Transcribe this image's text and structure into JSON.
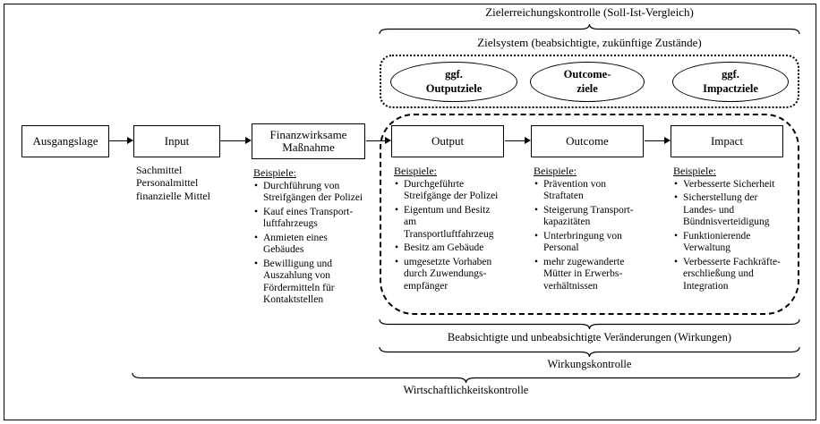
{
  "diagram": {
    "title_zielerreichung": "Zielerreichungskontrolle (Soll-Ist-Vergleich)",
    "title_zielsystem": "Zielsystem (beabsichtigte, zukünftige Zustände)",
    "goal_ellipses": [
      {
        "line1": "ggf.",
        "line2": "Outputziele"
      },
      {
        "line1": "Outcome-",
        "line2": "ziele"
      },
      {
        "line1": "ggf.",
        "line2": "Impactziele"
      }
    ],
    "boxes": {
      "ausgangslage": "Ausgangslage",
      "input": "Input",
      "massnahme": "Finanzwirksame Maßnahme",
      "output": "Output",
      "outcome": "Outcome",
      "impact": "Impact"
    },
    "input_notes": [
      "Sachmittel",
      "Personalmittel",
      "finanzielle Mittel"
    ],
    "beispiele_label": "Beispiele:",
    "massnahme_examples": [
      "Durchführung von Streifgängen der Polizei",
      "Kauf eines Transport-luftfahrzeugs",
      "Anmieten eines Gebäudes",
      "Bewilligung und Auszahlung von Fördermitteln für Kontaktstellen"
    ],
    "output_examples": [
      "Durchgeführte Streifgänge der Polizei",
      "Eigentum und Besitz am Transportluftfahrzeug",
      "Besitz am Gebäude",
      "umgesetzte Vorhaben durch Zuwendungs-empfänger"
    ],
    "outcome_examples": [
      "Prävention von Straftaten",
      "Steigerung Transport-kapazitäten",
      "Unterbringung von Personal",
      "mehr zugewanderte Mütter in Erwerbs-verhältnissen"
    ],
    "impact_examples": [
      "Verbesserte Sicherheit",
      "Sicherstellung der Landes- und Bündnisverteidigung",
      "Funktionierende Verwaltung",
      "Verbesserte Fachkräfte-erschließung und Integration"
    ],
    "wirkungen_label": "Beabsichtigte und unbeabsichtigte Veränderungen (Wirkungen)",
    "wirkungskontrolle_label": "Wirkungskontrolle",
    "wirtschaftlichkeit_label": "Wirtschaftlichkeitskontrolle"
  }
}
